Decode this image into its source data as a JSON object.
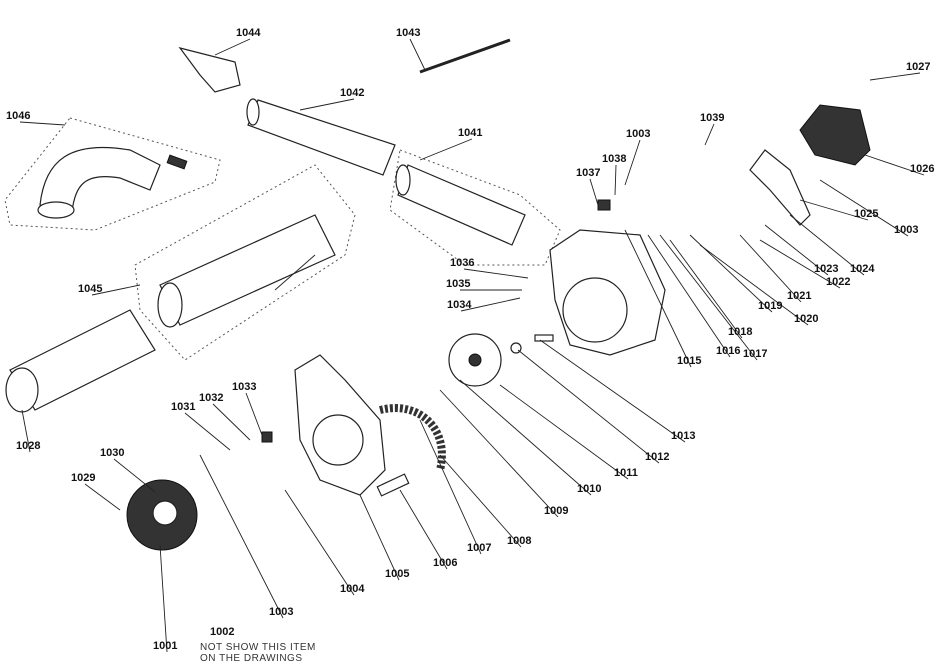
{
  "diagram": {
    "labels": [
      "1044",
      "1043",
      "1042",
      "1046",
      "1041",
      "1039",
      "1003",
      "1038",
      "1037",
      "1027",
      "1026",
      "1003",
      "1025",
      "1024",
      "1023",
      "1022",
      "1021",
      "1020",
      "1019",
      "1018",
      "1017",
      "1016",
      "1015",
      "1036",
      "1035",
      "1034",
      "1045",
      "1013",
      "1012",
      "1011",
      "1010",
      "1009",
      "1008",
      "1007",
      "1006",
      "1005",
      "1004",
      "1003",
      "1001",
      "1002",
      "1028",
      "1029",
      "1030",
      "1031",
      "1032",
      "1033"
    ],
    "note": [
      "NOT SHOW THIS ITEM",
      "ON THE DRAWINGS"
    ]
  }
}
